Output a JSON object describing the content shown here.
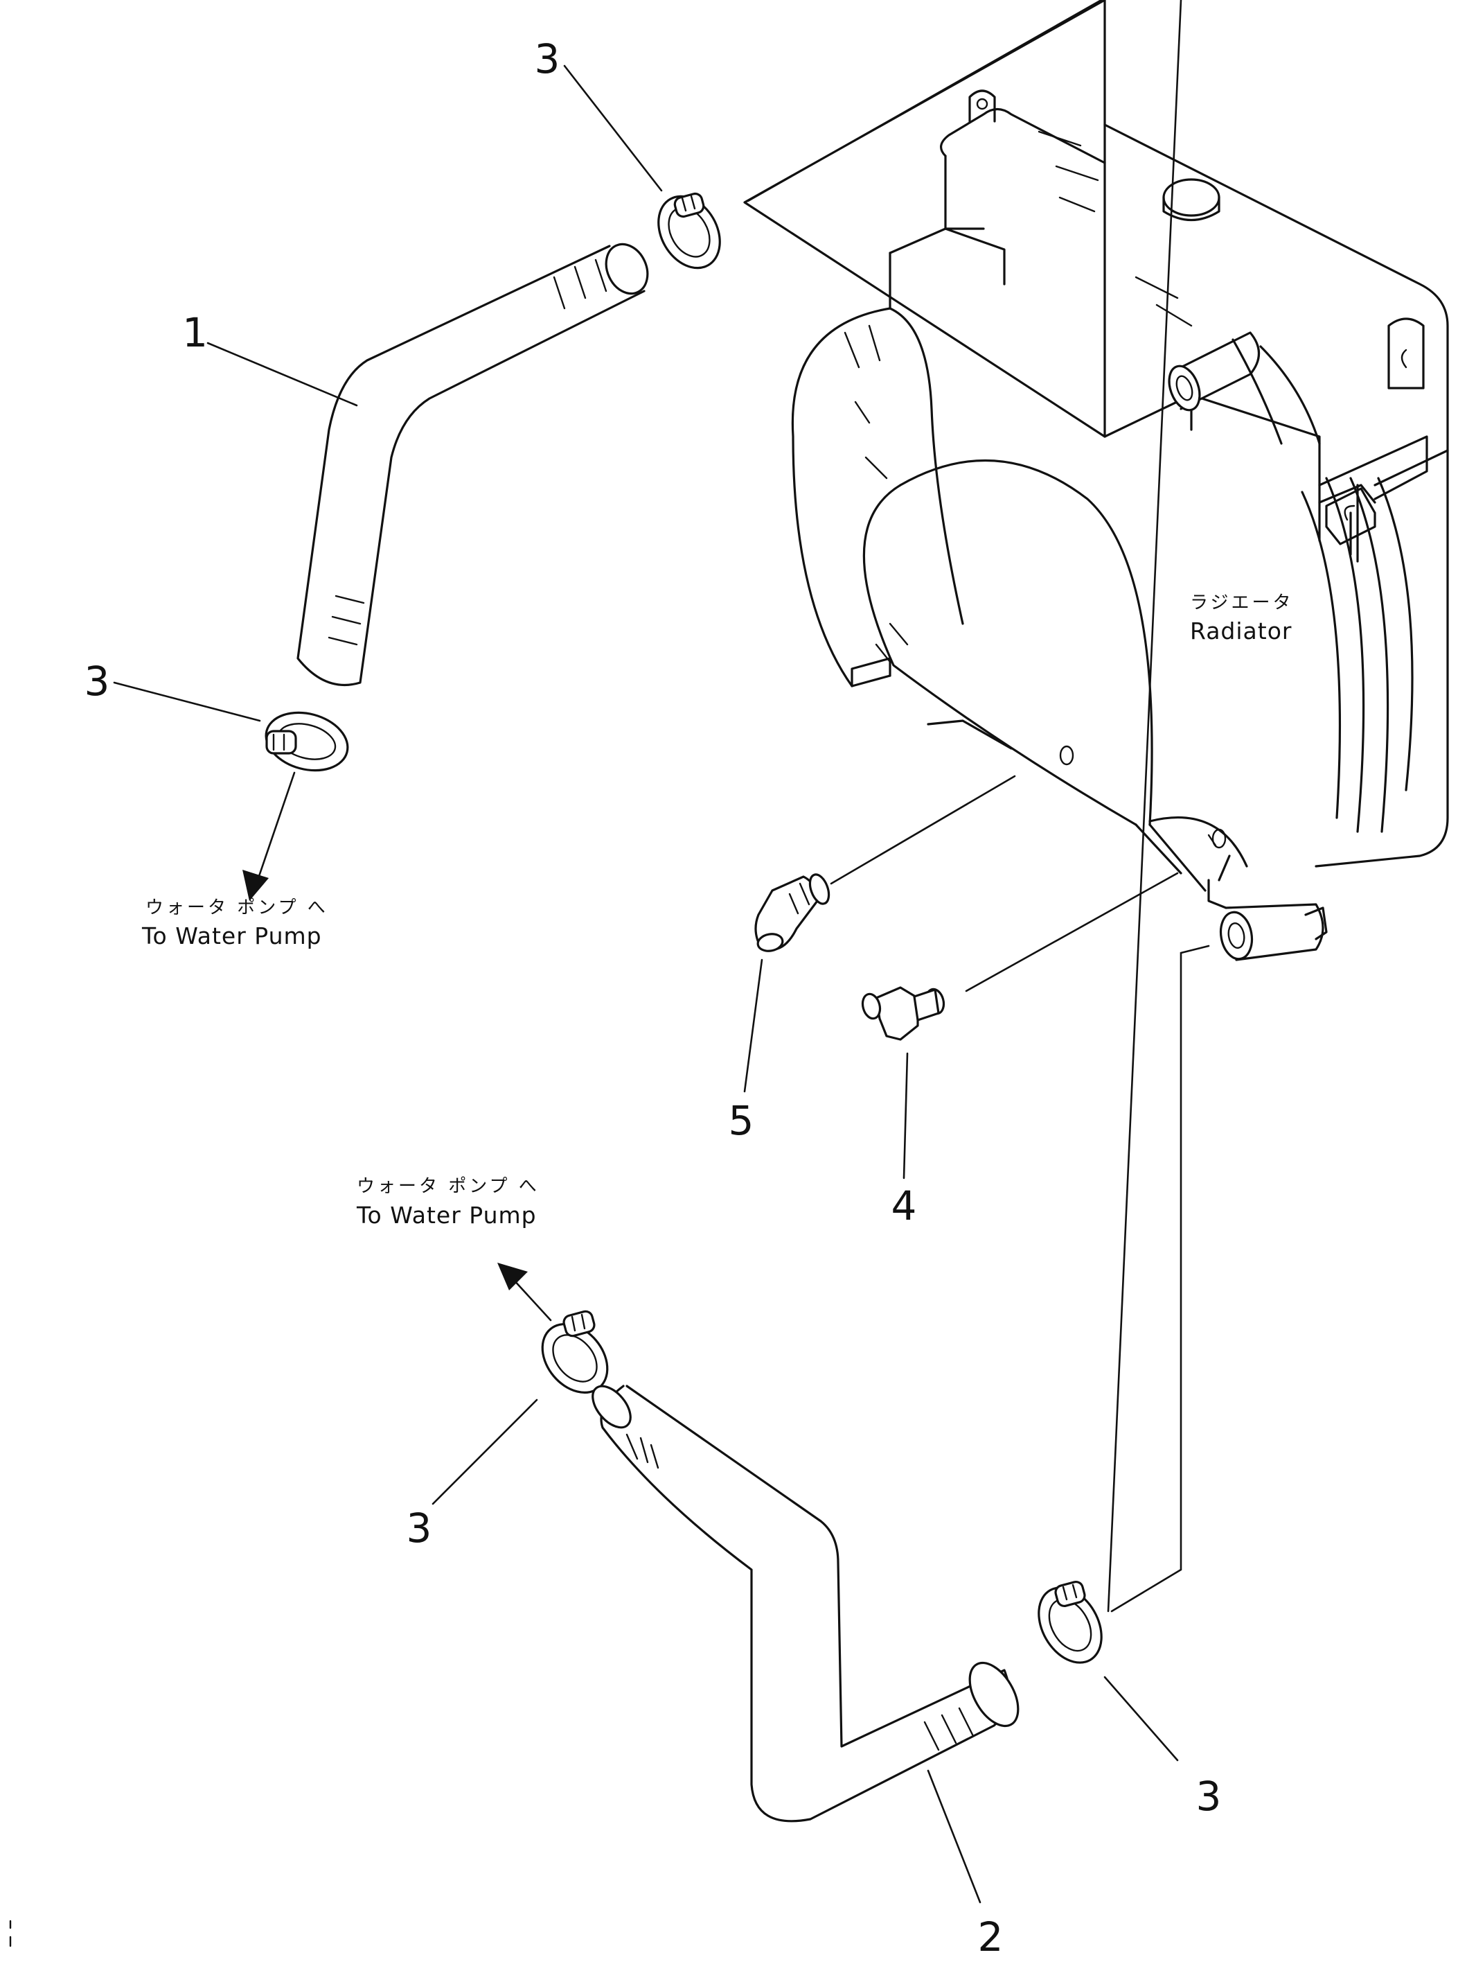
{
  "radiator": {
    "label_jp": "ラジエータ",
    "label_en": "Radiator"
  },
  "to_pump_upper": {
    "label_jp": "ウォータ ポンプ へ",
    "label_en": "To Water Pump"
  },
  "to_pump_lower": {
    "label_jp": "ウォータ ポンプ へ",
    "label_en": "To Water Pump"
  },
  "callouts": {
    "clamp_top": "3",
    "hose_upper": "1",
    "clamp_left": "3",
    "elbow_5": "5",
    "elbow_4": "4",
    "clamp_lower_left": "3",
    "clamp_lower_right": "3",
    "hose_lower": "2"
  }
}
